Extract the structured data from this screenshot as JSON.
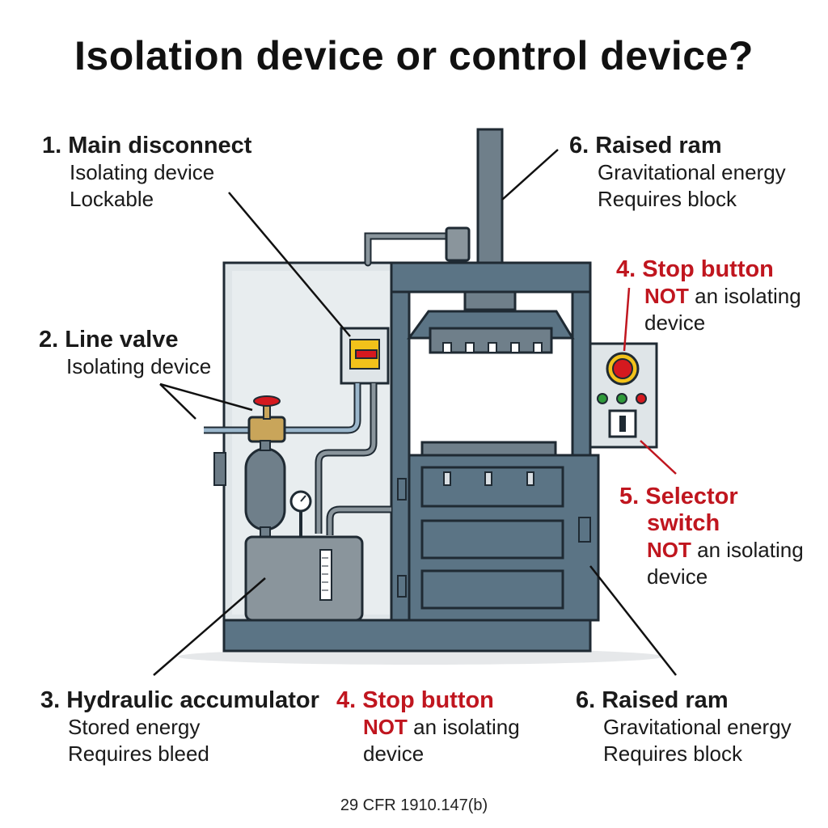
{
  "title": "Isolation device or control device?",
  "labels": {
    "main_disconnect": {
      "head": "1. Main disconnect",
      "line1": "Isolating device",
      "line2": "Lockable"
    },
    "line_valve": {
      "head": "2. Line valve",
      "line1": "Isolating device"
    },
    "accumulator": {
      "head": "3. Hydraulic accumulator",
      "line1": "Stored energy",
      "line2": "Requires bleed"
    },
    "stop_button_right": {
      "head": "4. Stop button",
      "not": "NOT",
      "rest": " an isolating",
      "line2": "device"
    },
    "stop_button_bottom": {
      "head": "4. Stop button",
      "not": "NOT",
      "rest": " an isolating",
      "line2": "device"
    },
    "selector_switch": {
      "head1": "5. Selector",
      "head2": "switch",
      "not": "NOT",
      "rest": " an isolating",
      "line2": "device"
    },
    "raised_ram_top": {
      "head": "6. Raised ram",
      "line1": "Gravitational energy",
      "line2": "Requires block"
    },
    "raised_ram_bottom": {
      "head": "6. Raised ram",
      "line1": "Gravitational energy",
      "line2": "Requires block"
    }
  },
  "footer": "29 CFR 1910.147(b)",
  "colors": {
    "accent_red": "#c0161f",
    "frame": "#5b7485",
    "panel": "#dfe5e8"
  }
}
